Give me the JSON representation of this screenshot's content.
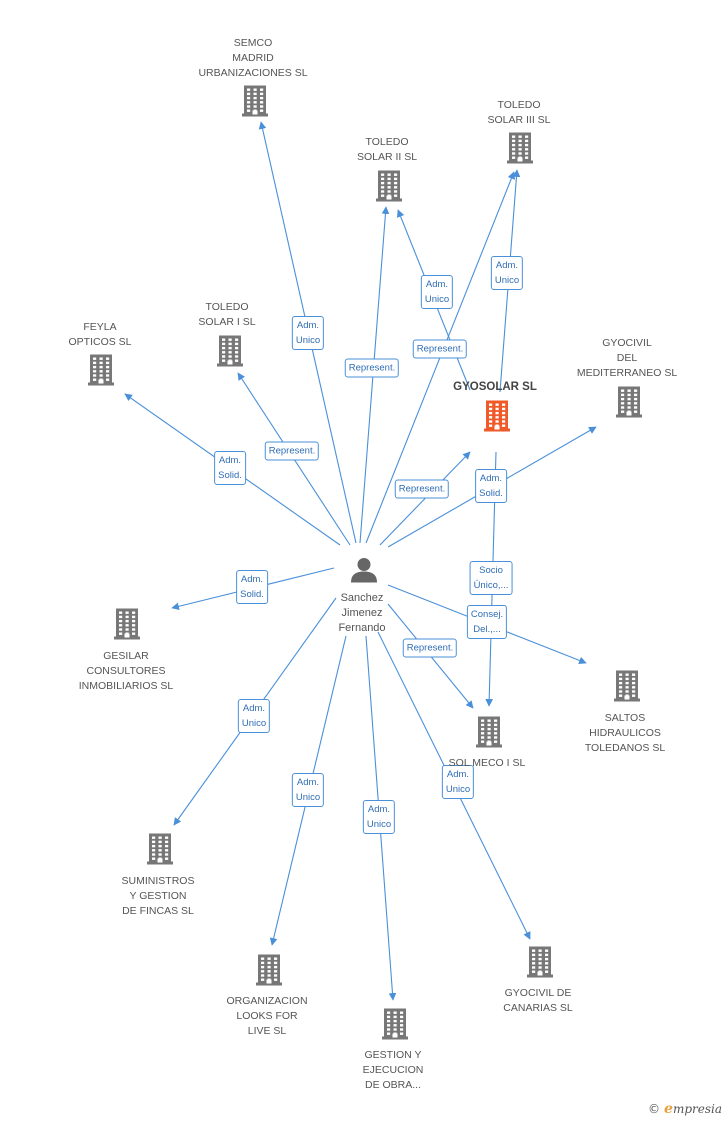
{
  "colors": {
    "edge": "#4a90d9",
    "company": "#777777",
    "focus": "#f05a28",
    "person": "#666666"
  },
  "person": {
    "name": "Sanchez\nJimenez\nFernando",
    "icon": "person-icon"
  },
  "companies": [
    {
      "id": "semco",
      "label": "SEMCO\nMADRID\nURBANIZACIONES SL"
    },
    {
      "id": "toledo3",
      "label": "TOLEDO\nSOLAR III SL"
    },
    {
      "id": "toledo2",
      "label": "TOLEDO\nSOLAR II SL"
    },
    {
      "id": "toledo1",
      "label": "TOLEDO\nSOLAR I SL"
    },
    {
      "id": "feyla",
      "label": "FEYLA\nOPTICOS SL"
    },
    {
      "id": "gyosolar",
      "label": "GYOSOLAR SL",
      "focus": true
    },
    {
      "id": "gyocivil_med",
      "label": "GYOCIVIL\nDEL\nMEDITERRANEO SL"
    },
    {
      "id": "gesilar",
      "label": "GESILAR\nCONSULTORES\nINMOBILIARIOS SL"
    },
    {
      "id": "solmeco",
      "label": "SOL MECO I SL"
    },
    {
      "id": "saltos",
      "label": "SALTOS\nHIDRAULICOS\nTOLEDANOS SL"
    },
    {
      "id": "suministros",
      "label": "SUMINISTROS\nY GESTION\nDE FINCAS SL"
    },
    {
      "id": "organizacion",
      "label": "ORGANIZACION\nLOOKS FOR\nLIVE SL"
    },
    {
      "id": "gestion",
      "label": "GESTION Y\nEJECUCION\nDE OBRA..."
    },
    {
      "id": "gyocivil_can",
      "label": "GYOCIVIL DE\nCANARIAS SL"
    }
  ],
  "relations": [
    {
      "id": "r_semco",
      "label": "Adm.\nUnico"
    },
    {
      "id": "r_toledo2",
      "label": "Represent."
    },
    {
      "id": "r_toledo3_rep",
      "label": "Represent."
    },
    {
      "id": "r_gyosolar_toledo2",
      "label": "Adm.\nUnico"
    },
    {
      "id": "r_gyosolar_toledo3",
      "label": "Adm.\nUnico"
    },
    {
      "id": "r_toledo1",
      "label": "Represent."
    },
    {
      "id": "r_feyla",
      "label": "Adm.\nSolid."
    },
    {
      "id": "r_gyosolar_rep",
      "label": "Represent."
    },
    {
      "id": "r_gyocivil_med",
      "label": "Adm.\nSolid."
    },
    {
      "id": "r_gesilar",
      "label": "Adm.\nSolid."
    },
    {
      "id": "r_gyosolar_solmeco",
      "label": "Socio\nÚnico,..."
    },
    {
      "id": "r_saltos",
      "label": "Consej.\nDel.,..."
    },
    {
      "id": "r_solmeco_rep",
      "label": "Represent."
    },
    {
      "id": "r_suministros",
      "label": "Adm.\nUnico"
    },
    {
      "id": "r_organizacion",
      "label": "Adm.\nUnico"
    },
    {
      "id": "r_gestion",
      "label": "Adm.\nUnico"
    },
    {
      "id": "r_gyocivil_can",
      "label": "Adm.\nUnico"
    }
  ],
  "brand": {
    "copyright": "©",
    "initial": "e",
    "name": "mpresia"
  }
}
